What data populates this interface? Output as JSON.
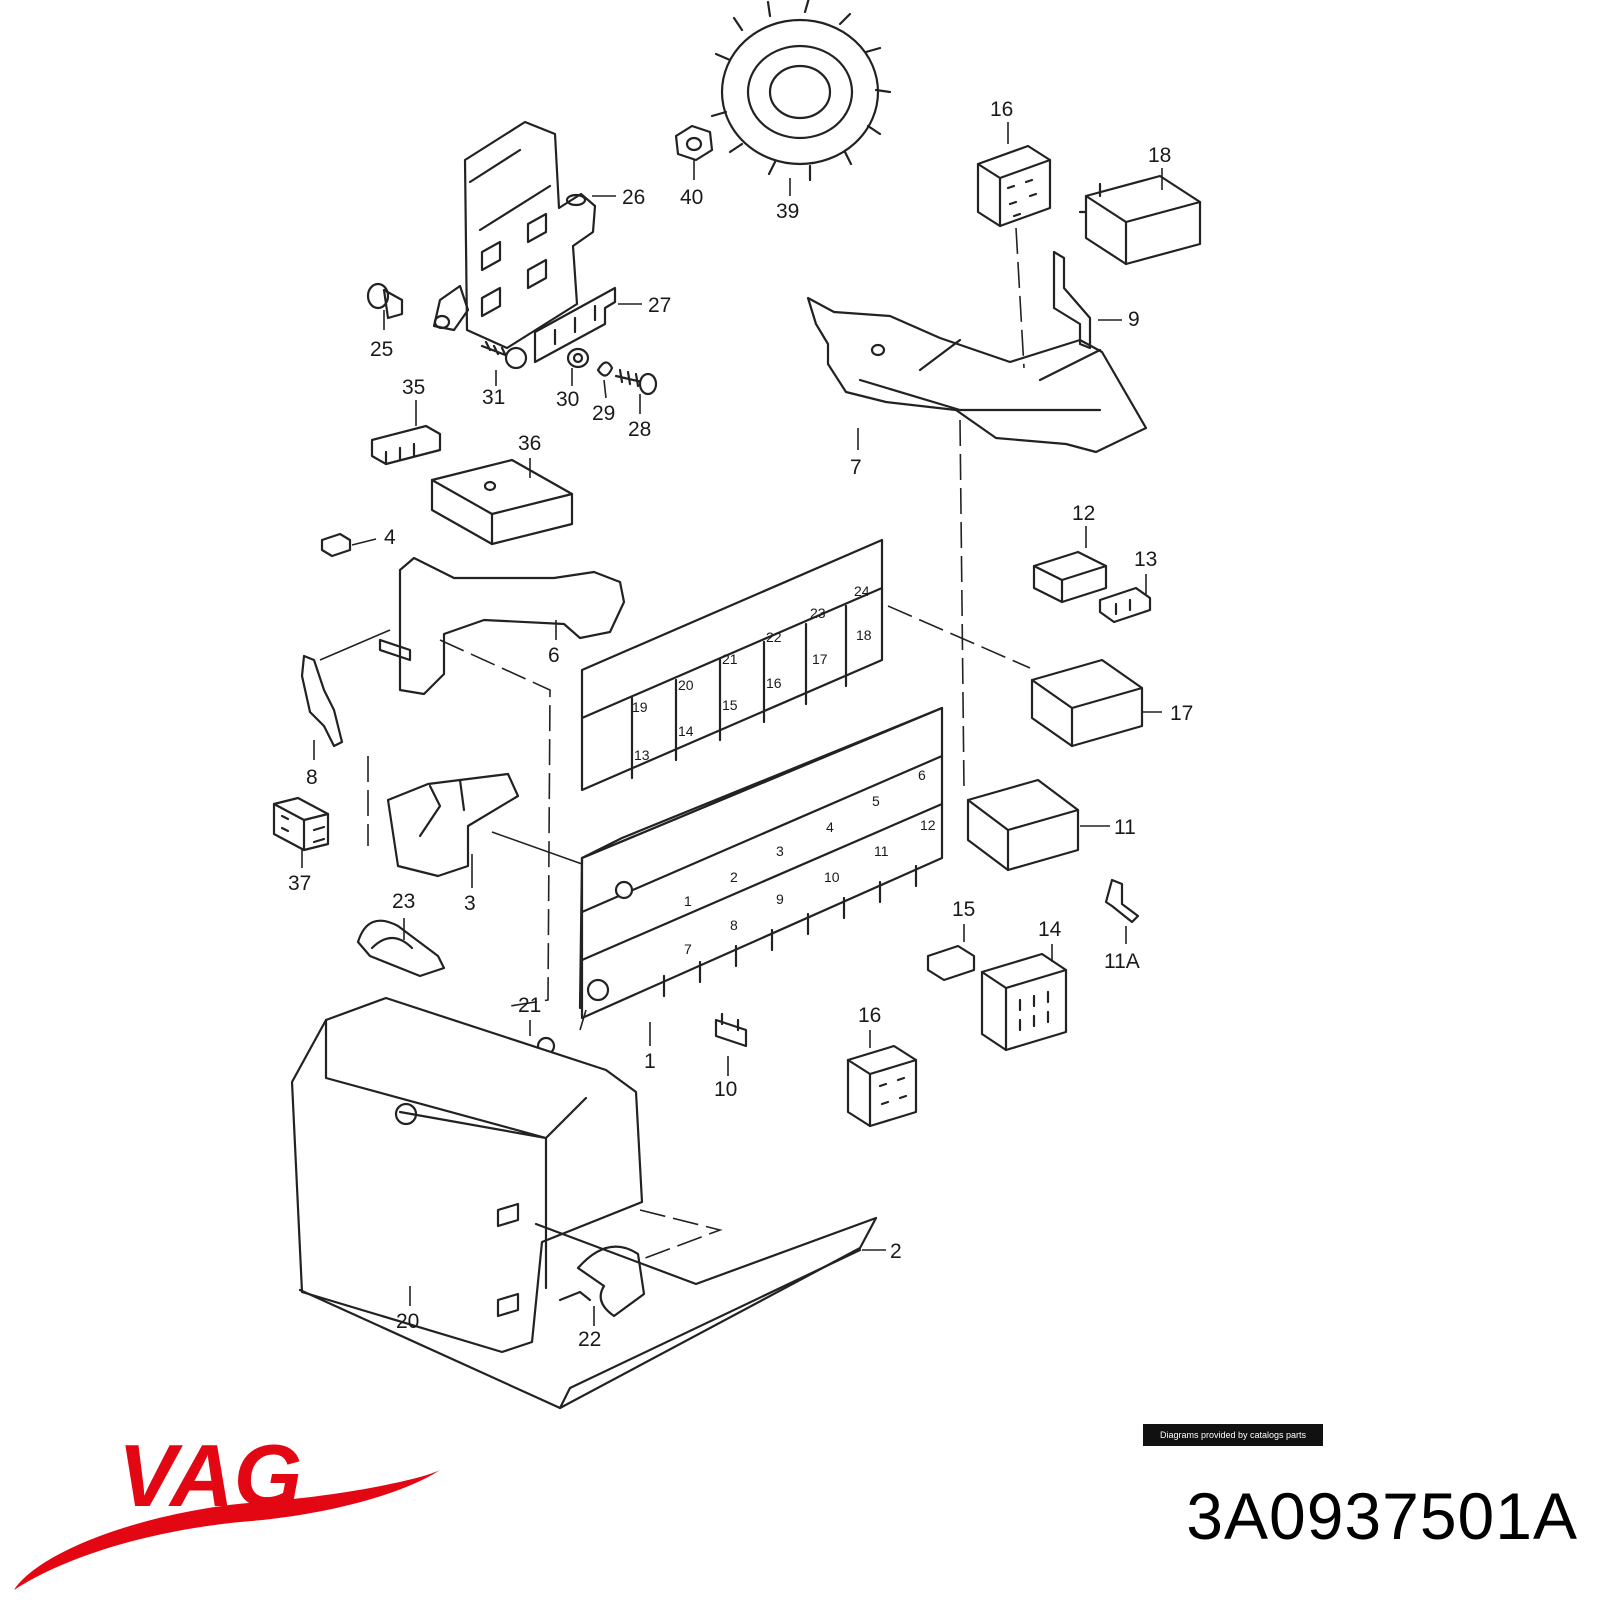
{
  "brand": {
    "logo_text": "VAG",
    "color": "#e30613"
  },
  "part_number": "3A0937501A",
  "credit": "Diagrams provided by catalogs parts",
  "diagram": {
    "callouts": [
      "16",
      "18",
      "26",
      "40",
      "39",
      "27",
      "9",
      "25",
      "31",
      "30",
      "29",
      "28",
      "35",
      "36",
      "7",
      "12",
      "13",
      "4",
      "6",
      "17",
      "8",
      "11",
      "37",
      "3",
      "15",
      "14",
      "11A",
      "23",
      "21",
      "1",
      "10",
      "16",
      "2",
      "20",
      "22"
    ],
    "relay_numbers": [
      "24",
      "23",
      "22",
      "21",
      "20",
      "19",
      "18",
      "17",
      "16",
      "15",
      "14",
      "13",
      "6",
      "5",
      "4",
      "3",
      "2",
      "1",
      "12",
      "11",
      "10",
      "9",
      "8",
      "7"
    ]
  }
}
